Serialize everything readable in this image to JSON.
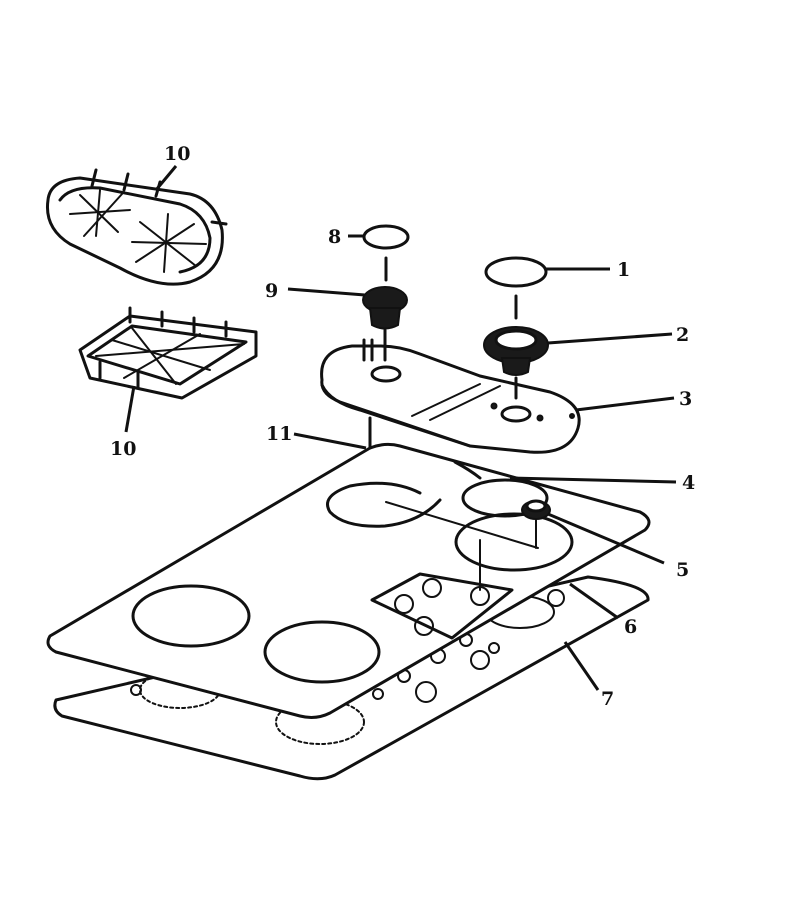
{
  "diagram": {
    "callouts": [
      {
        "id": "1",
        "label": "1"
      },
      {
        "id": "2",
        "label": "2"
      },
      {
        "id": "3",
        "label": "3"
      },
      {
        "id": "4",
        "label": "4"
      },
      {
        "id": "5",
        "label": "5"
      },
      {
        "id": "6",
        "label": "6"
      },
      {
        "id": "7",
        "label": "7"
      },
      {
        "id": "8",
        "label": "8"
      },
      {
        "id": "9",
        "label": "9"
      },
      {
        "id": "10a",
        "label": "10"
      },
      {
        "id": "10b",
        "label": "10"
      },
      {
        "id": "11",
        "label": "11"
      }
    ]
  }
}
